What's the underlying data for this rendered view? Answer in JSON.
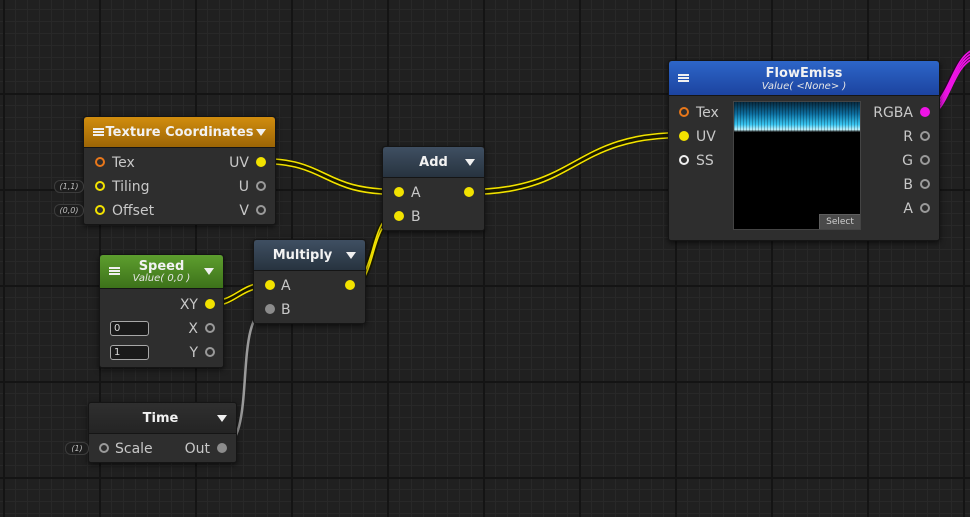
{
  "colors": {
    "float_port": "#f2e200",
    "texture_port": "#e8771a",
    "sampler_port": "#eeeeee",
    "color_port": "#ee14e5",
    "generic_port": "#9a9a9a"
  },
  "nodes": {
    "texcoords": {
      "title": "Texture Coordinates",
      "inputs": [
        {
          "label": "Tex"
        },
        {
          "label": "Tiling",
          "default": "(1,1)"
        },
        {
          "label": "Offset",
          "default": "(0,0)"
        }
      ],
      "outputs": [
        {
          "label": "UV"
        },
        {
          "label": "U"
        },
        {
          "label": "V"
        }
      ]
    },
    "add": {
      "title": "Add",
      "inputs": [
        {
          "label": "A"
        },
        {
          "label": "B"
        }
      ]
    },
    "speed": {
      "title": "Speed",
      "subtitle": "Value( 0,0 )",
      "output": {
        "label": "XY"
      },
      "fields": [
        {
          "label": "X",
          "value": "0"
        },
        {
          "label": "Y",
          "value": "1"
        }
      ]
    },
    "multiply": {
      "title": "Multiply",
      "inputs": [
        {
          "label": "A"
        },
        {
          "label": "B"
        }
      ]
    },
    "time": {
      "title": "Time",
      "input": {
        "label": "Scale",
        "default": "(1)"
      },
      "output": {
        "label": "Out"
      }
    },
    "flowemiss": {
      "title": "FlowEmiss",
      "subtitle": "Value( <None> )",
      "inputs": [
        {
          "label": "Tex"
        },
        {
          "label": "UV"
        },
        {
          "label": "SS"
        }
      ],
      "outputs": [
        {
          "label": "RGBA"
        },
        {
          "label": "R"
        },
        {
          "label": "G"
        },
        {
          "label": "B"
        },
        {
          "label": "A"
        }
      ],
      "select_label": "Select"
    }
  }
}
